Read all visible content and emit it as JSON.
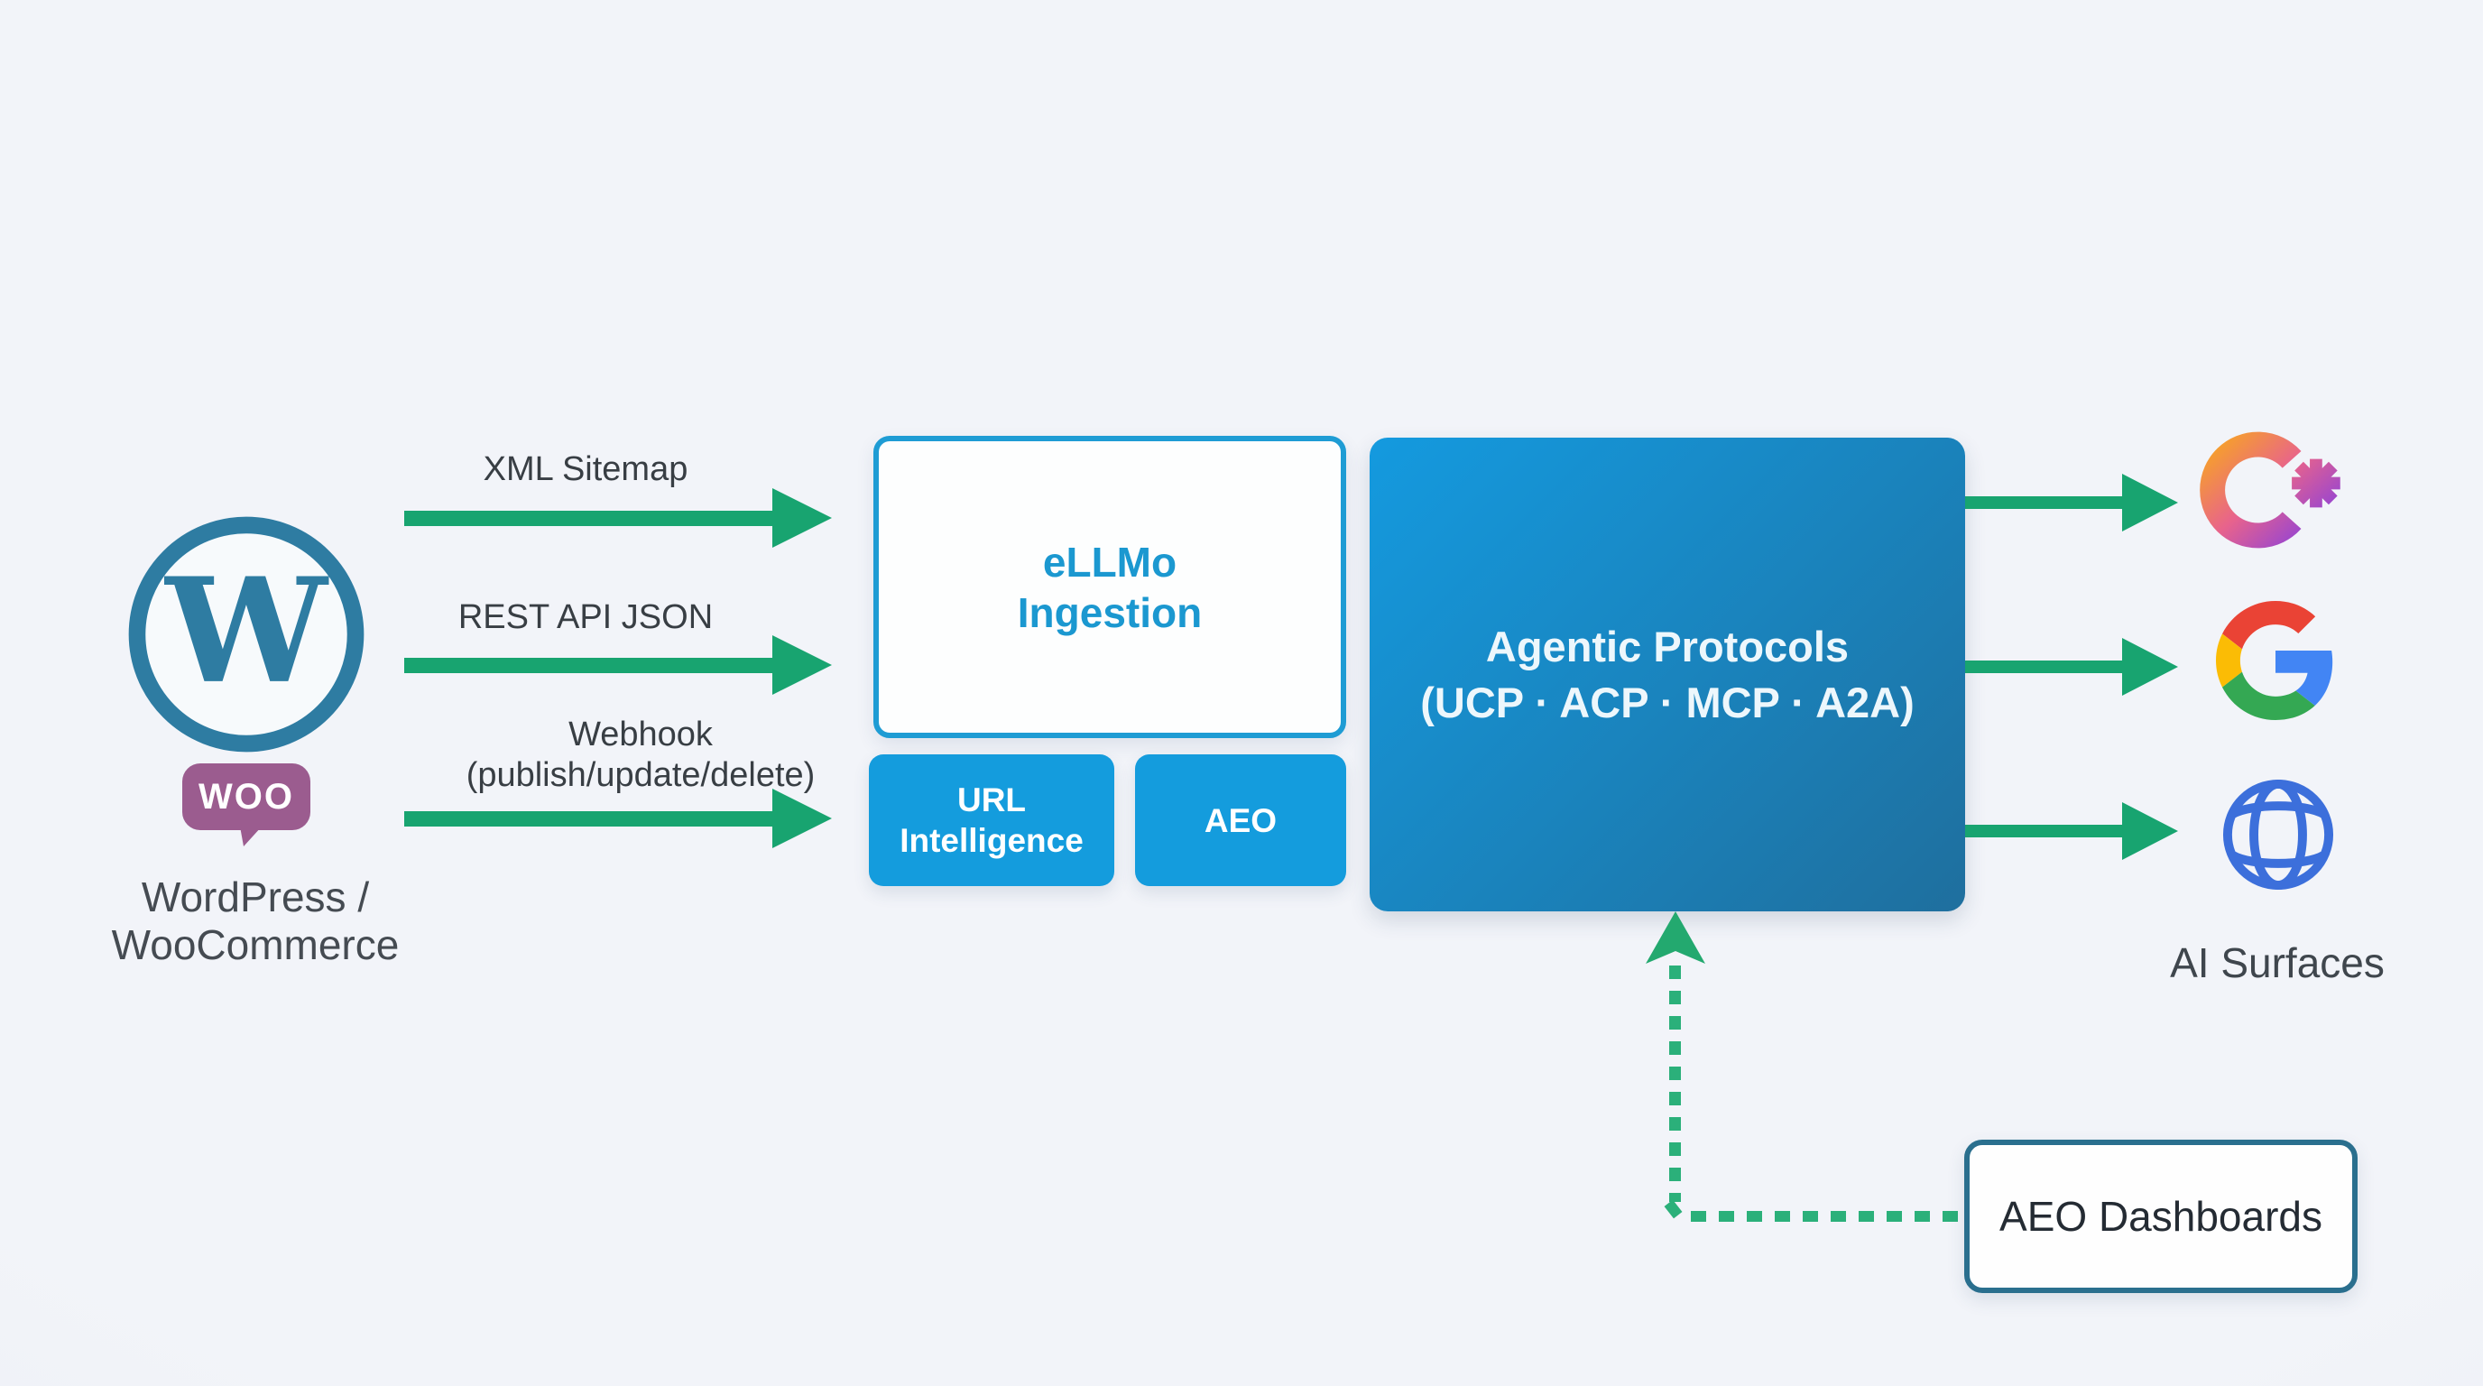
{
  "source": {
    "wordpress_monogram": "W",
    "woo_badge": "WOO",
    "caption_line1": "WordPress /",
    "caption_line2": "WooCommerce"
  },
  "inputs": [
    {
      "label_line1": "XML Sitemap"
    },
    {
      "label_line1": "REST API JSON"
    },
    {
      "label_line1": "Webhook",
      "label_line2": "(publish/update/delete)"
    }
  ],
  "ingestion_box": {
    "title_line1": "eLLMo",
    "title_line2": "Ingestion"
  },
  "modules": [
    {
      "label_line1": "URL",
      "label_line2": "Intelligence"
    },
    {
      "label_line1": "AEO"
    }
  ],
  "protocols_box": {
    "title_line1": "Agentic Protocols",
    "title_line2": "(UCP · ACP · MCP · A2A)"
  },
  "outputs": {
    "caption": "AI Surfaces",
    "icons": [
      "ai-chat-logo",
      "google-logo",
      "web-globe"
    ]
  },
  "dashboards_box": {
    "label": "AEO Dashboards"
  },
  "colors": {
    "arrow_green": "#18A470",
    "dashed_green": "#2BB07A",
    "module_blue": "#149CDD",
    "ingestion_border": "#1E9CD4",
    "ingestion_text": "#1B98D0",
    "protocols_gradient_start": "#149ADF",
    "protocols_gradient_end": "#1F6F9E",
    "dashboards_border": "#2A6F8E",
    "wordpress_blue": "#2E7CA2",
    "woo_purple": "#9B5C8F",
    "globe_blue": "#3C6FDB",
    "label_text": "#383E44",
    "background": "#EFF2F8"
  }
}
